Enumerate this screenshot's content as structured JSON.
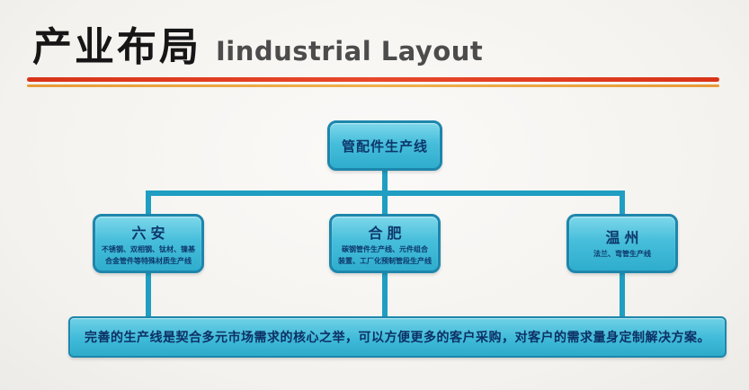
{
  "page": {
    "title": "产业布局",
    "subtitle": "Iindustrial Layout"
  },
  "colors": {
    "node_fill": "#46bedb",
    "node_border": "#1d86ac",
    "node_text": "#0d386c",
    "connector": "#1f9ec2",
    "divider_red": "#e8472a",
    "divider_orange": "#f0b04c",
    "background": "#f4f2ee"
  },
  "diagram": {
    "root_label": "管配件生产线",
    "nodes": [
      {
        "city": "六安",
        "sub1": "不锈钢、双相钢、钛材、镍基",
        "sub2": "合金管件等特殊材质生产线"
      },
      {
        "city": "合肥",
        "sub1": "碳钢管件生产线、元件组合",
        "sub2": "装置、工厂化预制管段生产线"
      },
      {
        "city": "温州",
        "sub1": "法兰、弯管生产线",
        "sub2": ""
      }
    ],
    "footer": "完善的生产线是契合多元市场需求的核心之举，可以方便更多的客户采购，对客户的需求量身定制解决方案。"
  }
}
